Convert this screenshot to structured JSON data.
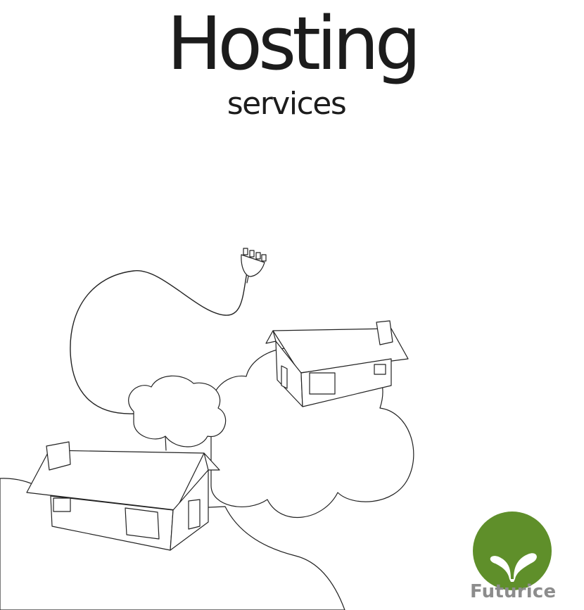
{
  "heading": {
    "title": "Hosting",
    "subtitle": "services"
  },
  "logo": {
    "name": "Futurice",
    "icon": "leaf-sprout-icon",
    "brand_color": "#5f8f2a",
    "text_color": "#8c8c8c"
  },
  "illustration": {
    "icons": [
      "power-plug-icon",
      "cable",
      "cloud",
      "house-icon"
    ]
  }
}
